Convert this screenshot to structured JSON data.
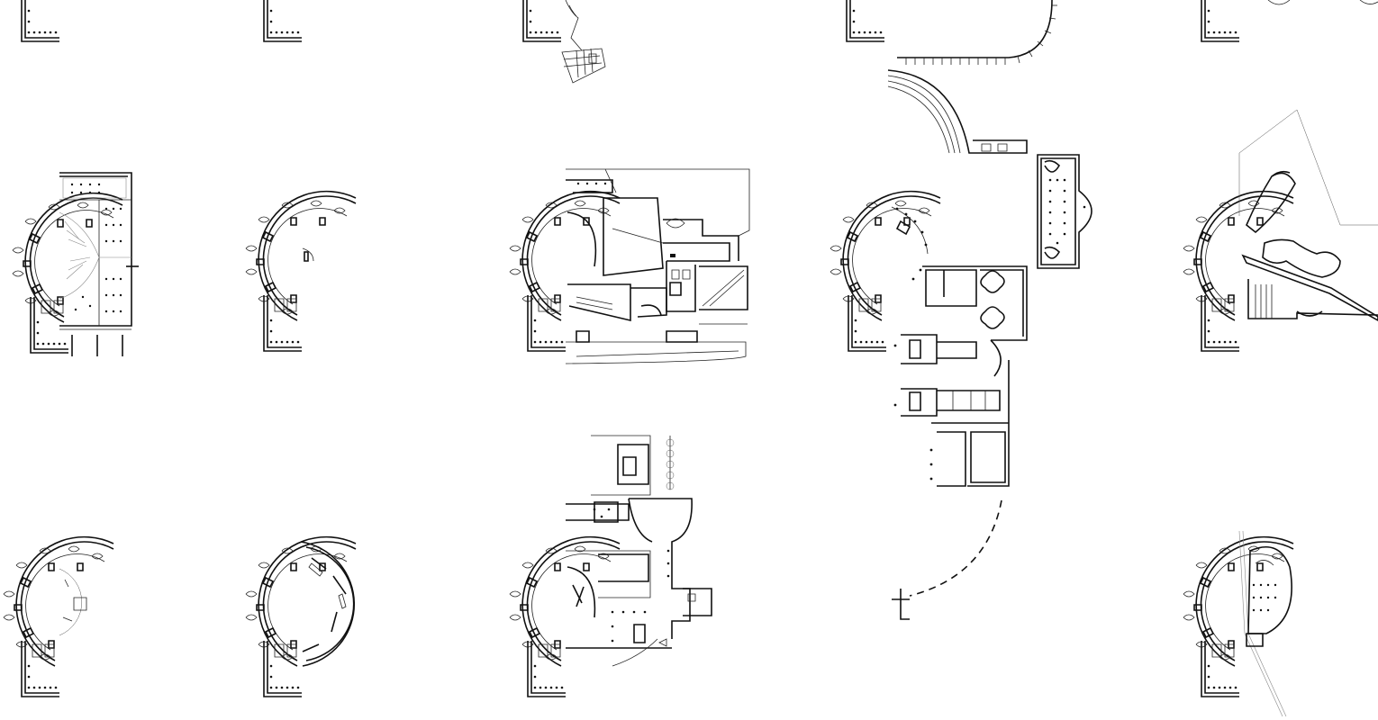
{
  "drawing": {
    "kind": "architectural-plan-comparison-sheet",
    "background": "#ffffff",
    "line_color": "#111111",
    "secondary_line_color": "#888888",
    "rows": 3,
    "columns": 5
  },
  "panels": [
    {
      "name": "panel-top-1",
      "row": 1,
      "col": 1,
      "cropped": "top"
    },
    {
      "name": "panel-top-2",
      "row": 1,
      "col": 2,
      "cropped": "top"
    },
    {
      "name": "panel-top-3",
      "row": 1,
      "col": 3,
      "cropped": "top"
    },
    {
      "name": "panel-top-4",
      "row": 1,
      "col": 4,
      "cropped": "top"
    },
    {
      "name": "panel-top-5",
      "row": 1,
      "col": 5,
      "cropped": "top"
    },
    {
      "name": "panel-mid-1",
      "row": 2,
      "col": 1
    },
    {
      "name": "panel-mid-2",
      "row": 2,
      "col": 2
    },
    {
      "name": "panel-mid-3",
      "row": 2,
      "col": 3
    },
    {
      "name": "panel-mid-4",
      "row": 2,
      "col": 4
    },
    {
      "name": "panel-mid-5",
      "row": 2,
      "col": 5
    },
    {
      "name": "panel-bot-1",
      "row": 3,
      "col": 1
    },
    {
      "name": "panel-bot-2",
      "row": 3,
      "col": 2
    },
    {
      "name": "panel-bot-3",
      "row": 3,
      "col": 3
    },
    {
      "name": "panel-bot-5",
      "row": 3,
      "col": 5
    }
  ]
}
